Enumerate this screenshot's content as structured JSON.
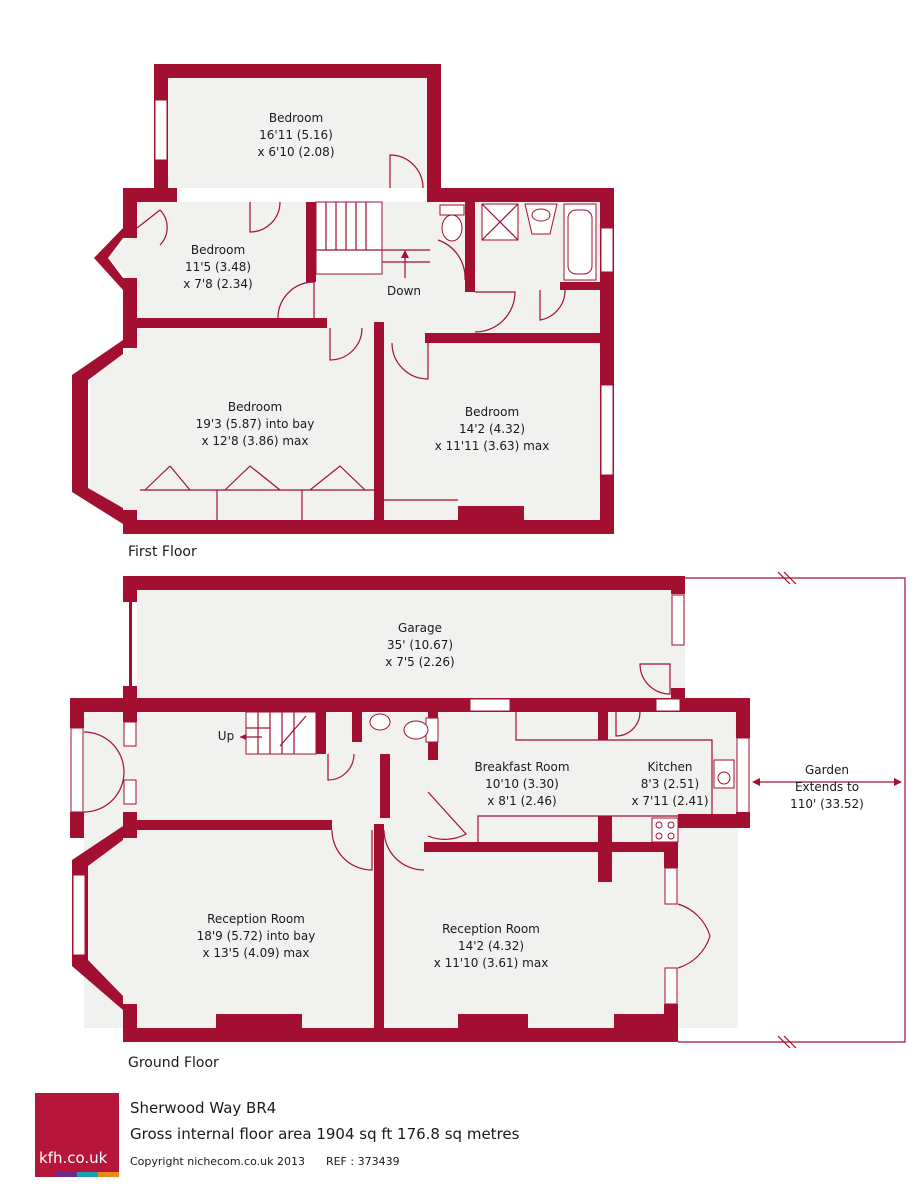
{
  "colors": {
    "wall": "#a30f30",
    "floor": "#f1f1f0",
    "brand": "#b5163a",
    "stripes": [
      "#b5163a",
      "#6a2c8a",
      "#1a9fb0",
      "#e98a1c"
    ]
  },
  "first_floor": {
    "label": "First Floor",
    "rooms": {
      "bedroom_top": {
        "name": "Bedroom",
        "dim1": "16'11 (5.16)",
        "dim2": "x 6'10 (2.08)"
      },
      "bedroom_small": {
        "name": "Bedroom",
        "dim1": "11'5 (3.48)",
        "dim2": "x 7'8 (2.34)"
      },
      "bedroom_bay": {
        "name": "Bedroom",
        "dim1": "19'3 (5.87) into bay",
        "dim2": "x 12'8 (3.86) max"
      },
      "bedroom_right": {
        "name": "Bedroom",
        "dim1": "14'2 (4.32)",
        "dim2": "x 11'11 (3.63) max"
      }
    },
    "stairs_label": "Down"
  },
  "ground_floor": {
    "label": "Ground Floor",
    "rooms": {
      "garage": {
        "name": "Garage",
        "dim1": "35' (10.67)",
        "dim2": "x 7'5 (2.26)"
      },
      "breakfast": {
        "name": "Breakfast Room",
        "dim1": "10'10 (3.30)",
        "dim2": "x 8'1 (2.46)"
      },
      "kitchen": {
        "name": "Kitchen",
        "dim1": "8'3 (2.51)",
        "dim2": "x 7'11 (2.41)"
      },
      "reception_bay": {
        "name": "Reception Room",
        "dim1": "18'9 (5.72) into bay",
        "dim2": "x 13'5 (4.09) max"
      },
      "reception_right": {
        "name": "Reception Room",
        "dim1": "14'2 (4.32)",
        "dim2": "x 11'10 (3.61) max"
      },
      "garden": {
        "line1": "Garden",
        "line2": "Extends to",
        "line3": "110' (33.52)"
      }
    },
    "stairs_label": "Up"
  },
  "footer": {
    "logo_text": "kfh.co.uk",
    "address": "Sherwood Way BR4",
    "area": "Gross internal floor area 1904 sq ft 176.8 sq metres",
    "copyright": "Copyright nichecom.co.uk 2013",
    "ref": "REF : 373439"
  }
}
